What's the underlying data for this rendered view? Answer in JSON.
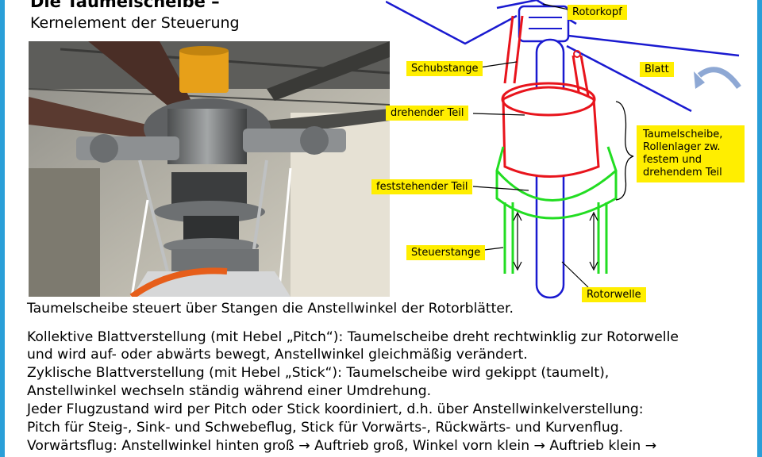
{
  "heading": {
    "title": "Die Taumelscheibe –",
    "subtitle": "Kernelement der Steuerung"
  },
  "diagram_labels": {
    "rotorkopf": "Rotorkopf",
    "schubstange": "Schubstange",
    "blatt": "Blatt",
    "drehender_teil": "drehender Teil",
    "taumelscheibe": "Taumelscheibe, Rollenlager zw. festem und drehendem Teil",
    "feststehender_teil": "feststehender Teil",
    "steuerstange": "Steuerstange",
    "rotorwelle": "Rotorwelle"
  },
  "body_text": {
    "line1": "Taumelscheibe steuert über Stangen die Anstellwinkel der Rotorblätter.",
    "line2": "Kollektive Blattverstellung (mit Hebel „Pitch“): Taumelscheibe dreht rechtwinklig zur Rotorwelle",
    "line3": "und wird auf- oder abwärts bewegt, Anstellwinkel gleichmäßig verändert.",
    "line4": "Zyklische Blattverstellung (mit Hebel „Stick“): Taumelscheibe wird gekippt (taumelt),",
    "line5": "Anstellwinkel wechseln ständig während einer Umdrehung.",
    "line6": "Jeder Flugzustand wird per Pitch oder Stick koordiniert, d.h. über Anstellwinkelverstellung:",
    "line7": "Pitch für Steig-, Sink- und Schwebeflug, Stick für Vorwärts-, Rückwärts- und Kurvenflug.",
    "line8": "Vorwärtsflug: Anstellwinkel hinten groß → Auftrieb groß, Winkel vorn klein → Auftrieb klein →"
  },
  "colors": {
    "border": "#2a9fd8",
    "label_bg": "#ffee00",
    "rotating_part": "#e8141c",
    "fixed_part": "#22dd22",
    "shaft": "#1a1ad0"
  }
}
